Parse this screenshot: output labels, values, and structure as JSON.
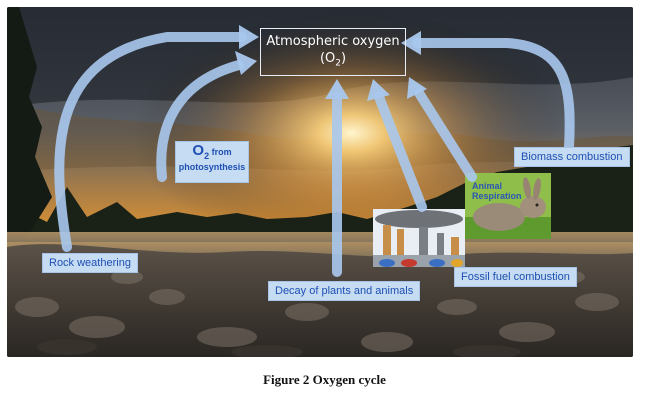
{
  "diagram": {
    "center": {
      "label_line1": "Atmospheric oxygen",
      "label_line2_prefix": "(O",
      "label_line2_sub": "2",
      "label_line2_suffix": ")"
    },
    "photosynthesis": {
      "main": "O",
      "sub": "2",
      "from": " from",
      "photo": "photosynthesis"
    },
    "labels": {
      "rock_weathering": "Rock weathering",
      "decay": "Decay of plants and animals",
      "fossil": "Fossil fuel combustion",
      "biomass": "Biomass combustion",
      "animal_line1": "Animal",
      "animal_line2": "Respiration"
    },
    "colors": {
      "arrow": "#a9c8ee",
      "box": "#c5dcf2",
      "text": "#1f4fb3"
    }
  },
  "caption": "Figure 2 Oxygen cycle"
}
